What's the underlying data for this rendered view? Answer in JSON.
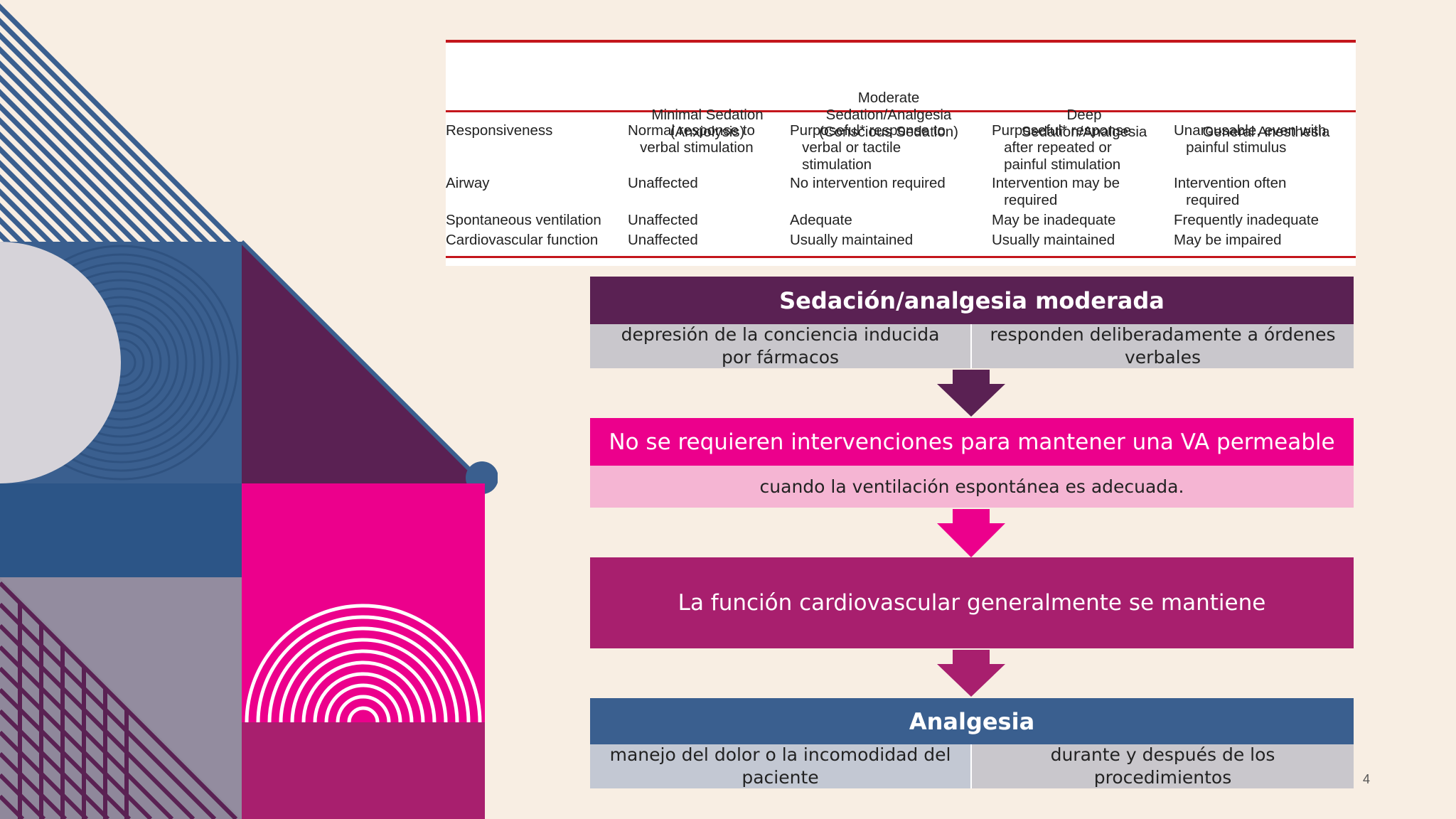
{
  "table": {
    "headers": [
      "",
      "Minimal Sedation\n(Anxiolysis)",
      "Moderate\nSedation/Analgesia\n(Conscious Sedation)",
      "Deep\nSedation/Analgesia",
      "General Anesthesia"
    ],
    "rows": [
      [
        "Responsiveness",
        "Normal response to\n   verbal stimulation",
        "Purposeful* response to\n   verbal or tactile\n   stimulation",
        "Purposeful* response\n   after repeated or\n   painful stimulation",
        "Unarousable, even with\n   painful stimulus"
      ],
      [
        "Airway",
        "Unaffected",
        "No intervention required",
        "Intervention may be\n   required",
        "Intervention often\n   required"
      ],
      [
        "Spontaneous ventilation",
        "Unaffected",
        "Adequate",
        "May be inadequate",
        "Frequently inadequate"
      ],
      [
        "Cardiovascular function",
        "Unaffected",
        "Usually maintained",
        "Usually maintained",
        "May be impaired"
      ]
    ]
  },
  "flow": {
    "sedation": {
      "title": "Sedación/analgesia moderada",
      "left": "depresión de la conciencia inducida por fármacos",
      "right": "responden deliberadamente a órdenes verbales"
    },
    "airway": {
      "title": "No se requieren intervenciones para mantener una VA permeable",
      "sub": "cuando la ventilación espontánea es adecuada."
    },
    "cardio": {
      "title": "La función cardiovascular generalmente se mantiene"
    },
    "analgesia": {
      "title": "Analgesia",
      "left": "manejo del dolor o la incomodidad del paciente",
      "right": "durante y después de los procedimientos"
    }
  },
  "page_number": "4",
  "colors": {
    "background": "#f8eee3",
    "purple": "#5a2153",
    "magenta": "#ec008c",
    "pink_light": "#f5b5d3",
    "berry": "#a81f6e",
    "navy": "#3a5f8f",
    "gray": "#c9c7cc",
    "red_rule": "#c4161c"
  }
}
